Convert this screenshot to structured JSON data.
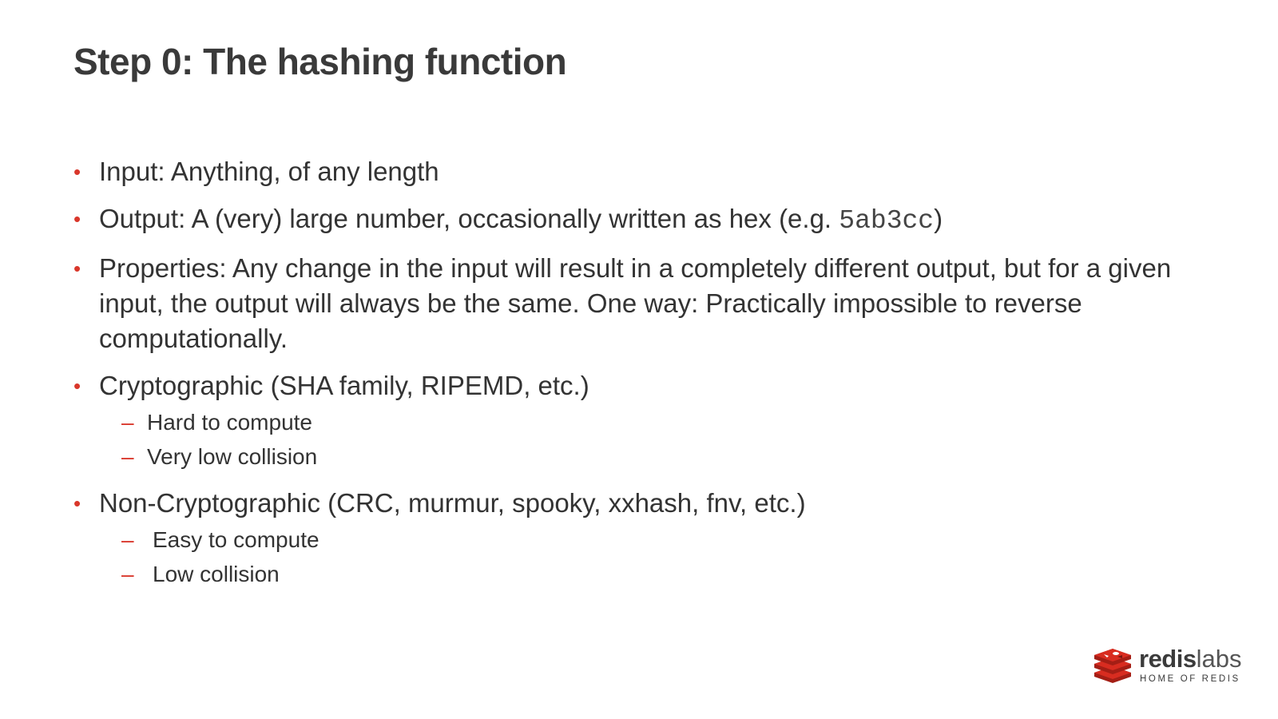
{
  "slide": {
    "title": "Step 0: The hashing function",
    "bullet_marker": "•",
    "sub_marker": "–",
    "bullets": [
      {
        "text": "Input: Anything, of any length"
      },
      {
        "text_before": "Output: A (very) large number, occasionally written as hex (e.g. ",
        "code": "5ab3cc",
        "text_after": ")"
      },
      {
        "text": "Properties: Any change in the input will result in a completely different output, but for a given input, the output will always be the same. One way: Practically impossible to reverse computationally."
      },
      {
        "text": "Cryptographic (SHA family, RIPEMD, etc.)",
        "subitems": [
          "Hard to compute",
          "Very low collision"
        ]
      },
      {
        "text": "Non-Cryptographic (CRC, murmur, spooky, xxhash, fnv, etc.)",
        "subitems": [
          "Easy to compute",
          "Low collision"
        ]
      }
    ]
  },
  "logo": {
    "word_bold": "redis",
    "word_light": "labs",
    "tagline": "HOME OF REDIS",
    "icon": "redis-cube-stack-icon"
  },
  "colors": {
    "accent": "#d9372b",
    "text": "#333333",
    "title": "#3a3a3a",
    "logo_red": "#d82c20"
  }
}
